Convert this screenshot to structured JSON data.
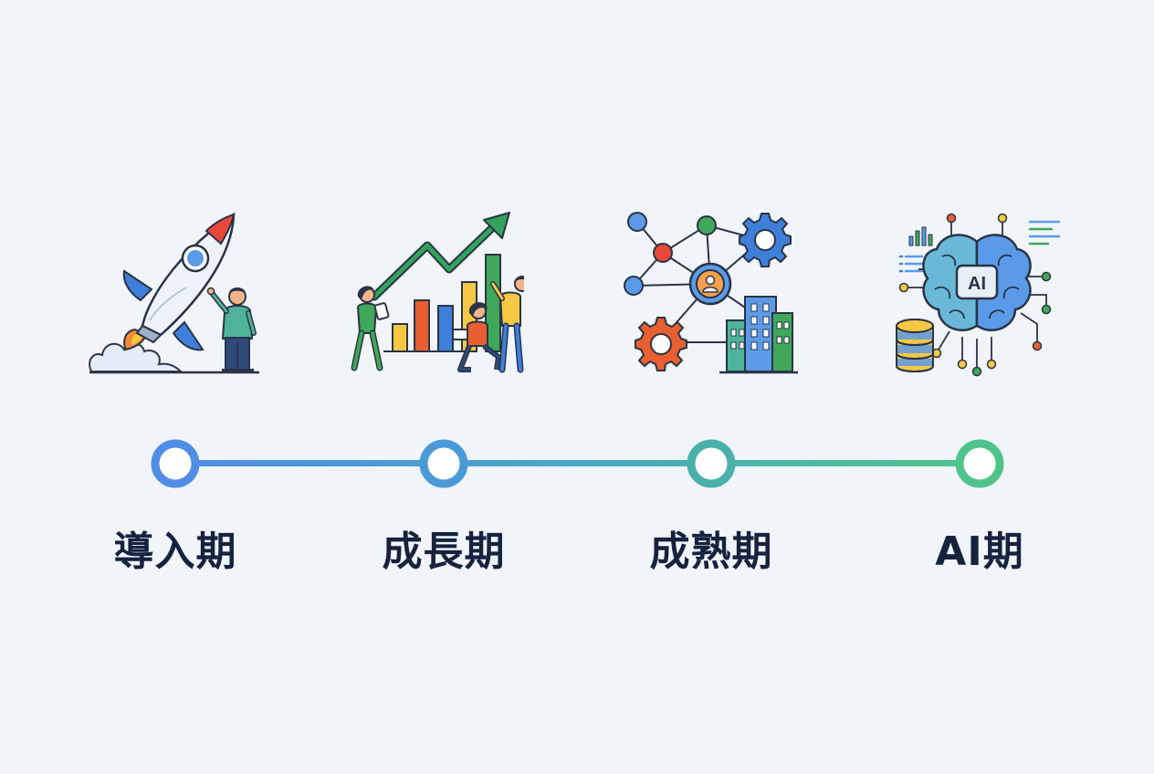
{
  "stages": [
    {
      "label": "導入期",
      "icon": "rocket-launch-icon"
    },
    {
      "label": "成長期",
      "icon": "growth-chart-team-icon"
    },
    {
      "label": "成熟期",
      "icon": "network-gears-buildings-icon"
    },
    {
      "label": "AI期",
      "icon": "ai-brain-circuit-icon",
      "badge": "AI"
    }
  ],
  "colors": {
    "background": "#f1f5fa",
    "line_start": "#4f8de6",
    "line_end": "#4fc48a",
    "label": "#16233f"
  }
}
